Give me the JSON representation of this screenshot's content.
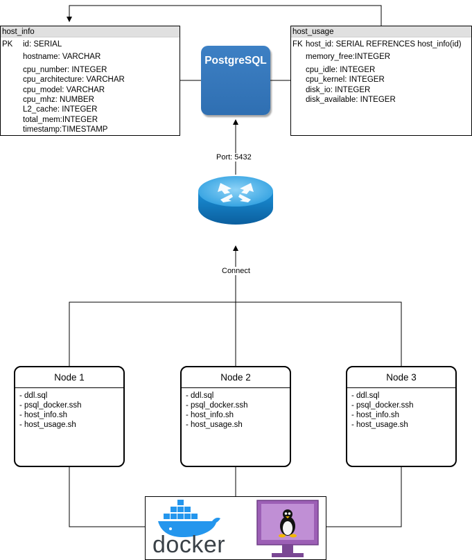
{
  "host_info": {
    "title": "host_info",
    "key": "PK",
    "fields": [
      "id: SERIAL",
      "hostname: VARCHAR",
      "cpu_number: INTEGER",
      "cpu_architecture: VARCHAR",
      "cpu_model: VARCHAR",
      "cpu_mhz: NUMBER",
      "L2_cache: INTEGER",
      "total_mem:INTEGER",
      "timestamp:TIMESTAMP"
    ]
  },
  "host_usage": {
    "title": "host_usage",
    "key": "FK",
    "fields": [
      "host_id: SERIAL REFRENCES host_info(id)",
      "memory_free:INTEGER",
      "cpu_idle: INTEGER",
      "cpu_kernel: INTEGER",
      "disk_io: INTEGER",
      "disk_available: INTEGER"
    ]
  },
  "postgres": {
    "label": "PostgreSQL",
    "brand_color": "#2f6fb2"
  },
  "router": {
    "icon": "router-icon"
  },
  "labels": {
    "port": "Port: 5432",
    "connect": "Connect"
  },
  "nodes": [
    {
      "title": "Node 1",
      "files": [
        "- ddl.sql",
        "- psql_docker.ssh",
        "- host_info.sh",
        "- host_usage.sh"
      ]
    },
    {
      "title": "Node 2",
      "files": [
        "- ddl.sql",
        "- psql_docker.ssh",
        "- host_info.sh",
        "- host_usage.sh"
      ]
    },
    {
      "title": "Node 3",
      "files": [
        "- ddl.sql",
        "- psql_docker.ssh",
        "- host_info.sh",
        "- host_usage.sh"
      ]
    }
  ],
  "environment": {
    "docker_wordmark": "docker",
    "docker_icon": "docker-whale-icon",
    "linux_icon": "linux-monitor-icon",
    "docker_color": "#2496ed",
    "linux_screen_color": "#9c5fb5"
  }
}
